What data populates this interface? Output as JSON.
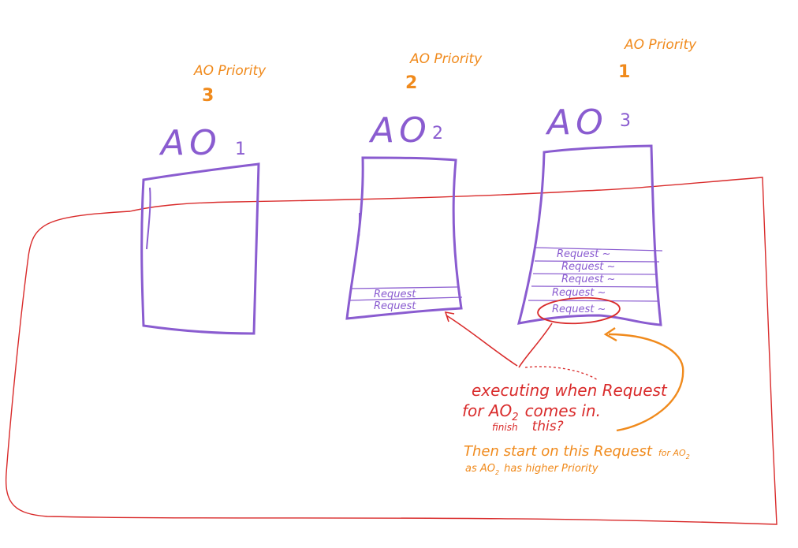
{
  "colors": {
    "purple": "#8a5cd0",
    "red": "#d92b2b",
    "orange": "#f08a1c",
    "background": "#ffffff"
  },
  "objects": [
    {
      "id": "ao1",
      "name": "AO",
      "subscript": "1",
      "priority_label": "AO Priority",
      "priority": "3",
      "requests": []
    },
    {
      "id": "ao2",
      "name": "AO",
      "subscript": "2",
      "priority_label": "AO Priority",
      "priority": "2",
      "requests": [
        "Request",
        "Request"
      ]
    },
    {
      "id": "ao3",
      "name": "AO",
      "subscript": "3",
      "priority_label": "AO Priority",
      "priority": "1",
      "requests": [
        "Request ~",
        "Request ~",
        "Request ~",
        "Request ~",
        "Request ~"
      ]
    }
  ],
  "notes": {
    "red_line1": "executing when Request",
    "red_line2": "for AO",
    "red_line2_sub": "2",
    "red_line2_tail": "comes in.",
    "red_small": "finish",
    "red_small_tail": "this?",
    "orange_line1": "Then start on this Request",
    "orange_line1_small": "for AO",
    "orange_line1_small_sub": "2",
    "orange_line2": "as AO",
    "orange_line2_sub": "2",
    "orange_line2_tail": "has higher Priority"
  }
}
